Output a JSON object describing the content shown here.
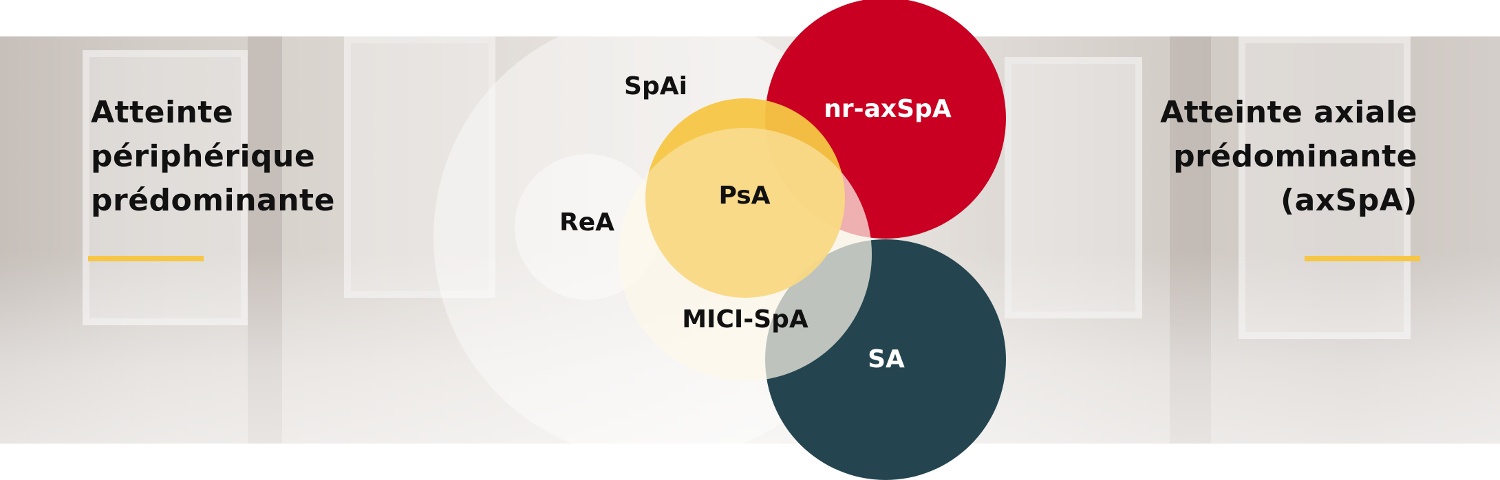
{
  "left_heading": {
    "lines": [
      "Atteinte",
      "périphérique",
      "prédominante"
    ]
  },
  "right_heading": {
    "lines": [
      "Atteinte axiale",
      "prédominante",
      "(axSpA)"
    ]
  },
  "colors": {
    "accent_yellow": "#f6c644",
    "red": "#c90022",
    "dark_teal": "#24454f",
    "light_yellow": "#fde9b4",
    "white_text": "#ffffff",
    "dark_text": "#111111"
  },
  "circles": {
    "spai": {
      "label": "SpAi"
    },
    "rea": {
      "label": "ReA"
    },
    "psa": {
      "label": "PsA"
    },
    "mici": {
      "label": "MICI-SpA"
    },
    "nraxspa": {
      "label": "nr-axSpA"
    },
    "sa": {
      "label": "SA"
    }
  }
}
